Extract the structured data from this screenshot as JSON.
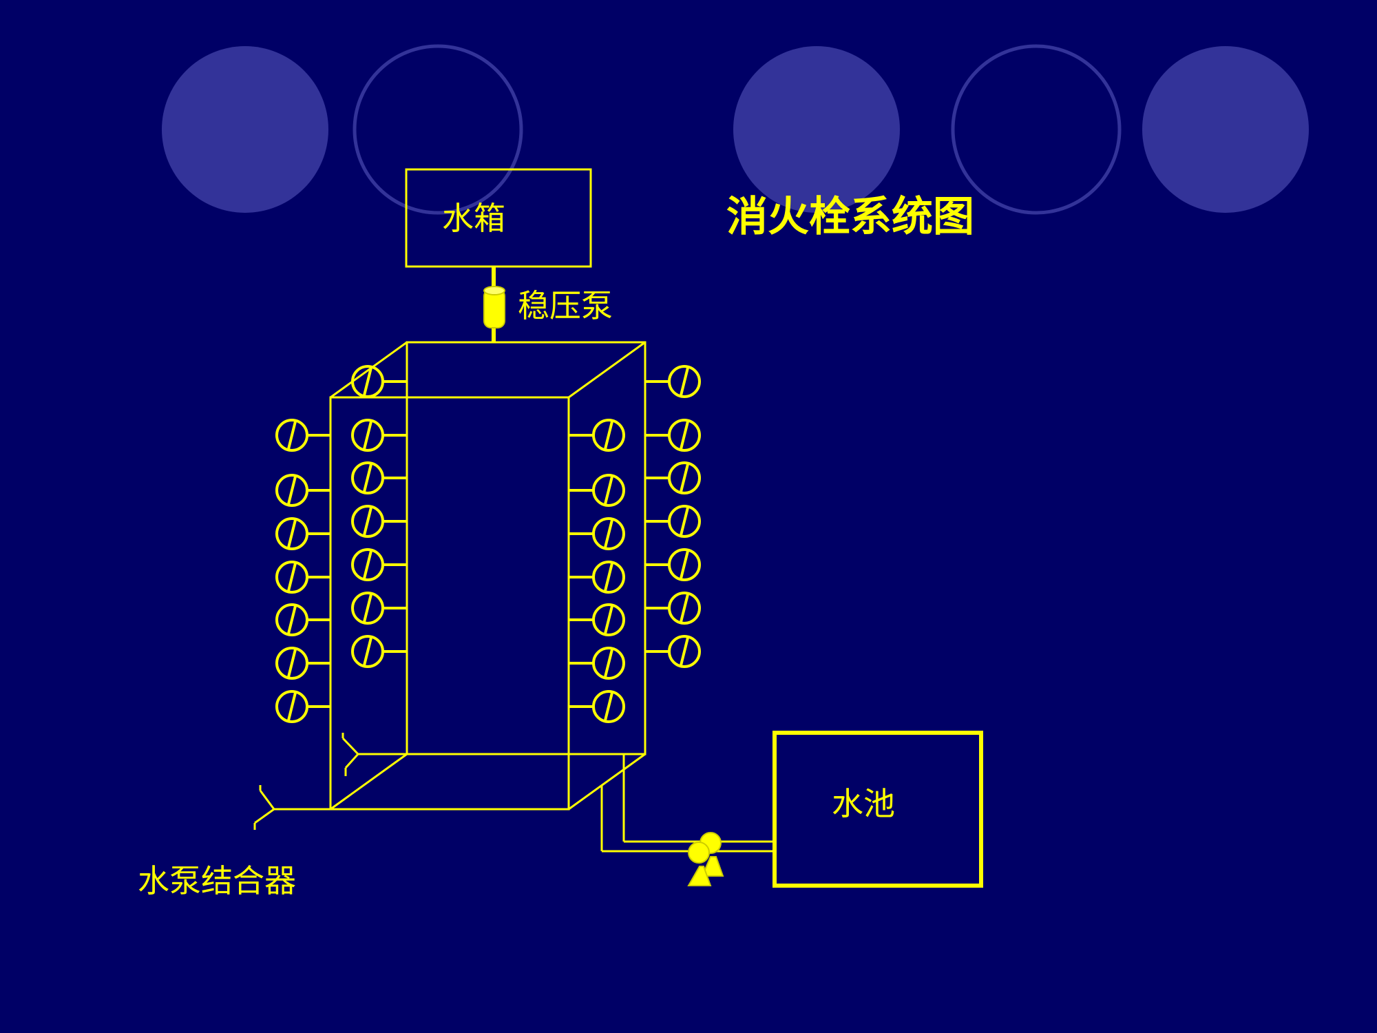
{
  "slide": {
    "title": "消火栓系统图",
    "colors": {
      "background": "#000066",
      "decor_circle_fill": "#333399",
      "decor_circle_ring": "#333399",
      "diagram_lines": "#FFFF00",
      "text": "#FFFF00"
    }
  },
  "diagram": {
    "water_tank_label": "水箱",
    "pressure_pump_label": "稳压泵",
    "water_pool_label": "水池",
    "pump_connector_label": "水泵结合器",
    "icons": {
      "hydrant": "fire-hydrant-icon",
      "pump": "pump-icon",
      "pressure_pump": "pressure-pump-icon",
      "connector": "pump-connector-icon"
    }
  }
}
